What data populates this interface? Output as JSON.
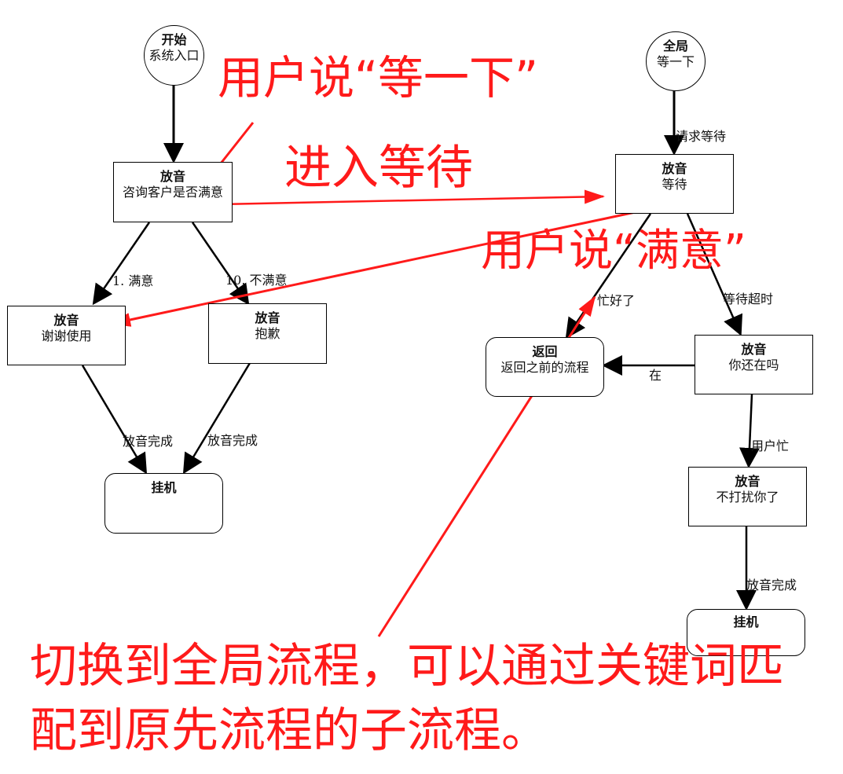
{
  "nodes": {
    "start": {
      "title": "开始",
      "sub": "系统入口"
    },
    "ask": {
      "title": "放音",
      "sub": "咨询客户是否满意"
    },
    "thanks": {
      "title": "放音",
      "sub": "谢谢使用"
    },
    "sorry": {
      "title": "放音",
      "sub": "抱歉"
    },
    "hangup_left": {
      "title": "挂机"
    },
    "global": {
      "title": "全局",
      "sub": "等一下"
    },
    "wait": {
      "title": "放音",
      "sub": "等待"
    },
    "back": {
      "title": "返回",
      "sub": "返回之前的流程"
    },
    "still_there": {
      "title": "放音",
      "sub": "你还在吗"
    },
    "no_disturb": {
      "title": "放音",
      "sub": "不打扰你了"
    },
    "hangup_right": {
      "title": "挂机"
    }
  },
  "edges": {
    "satisfied": "1. 满意",
    "not_satisfied": "10. 不满意",
    "done_left": "放音完成",
    "done_right": "放音完成",
    "request_wait": "请求等待",
    "busy_done": "忙好了",
    "wait_timeout": "等待超时",
    "present": "在",
    "user_busy": "用户忙",
    "done_final": "放音完成"
  },
  "annotations": {
    "user_says_wait": "用户说“等一下”",
    "enter_wait": "进入等待",
    "user_says_satisfied": "用户说“满意”",
    "switch_line1": "切换到全局流程，可以通过关键词匹",
    "switch_line2": "配到原先流程的子流程。"
  },
  "colors": {
    "annotation": "#ff1a1a",
    "line": "#000000"
  }
}
